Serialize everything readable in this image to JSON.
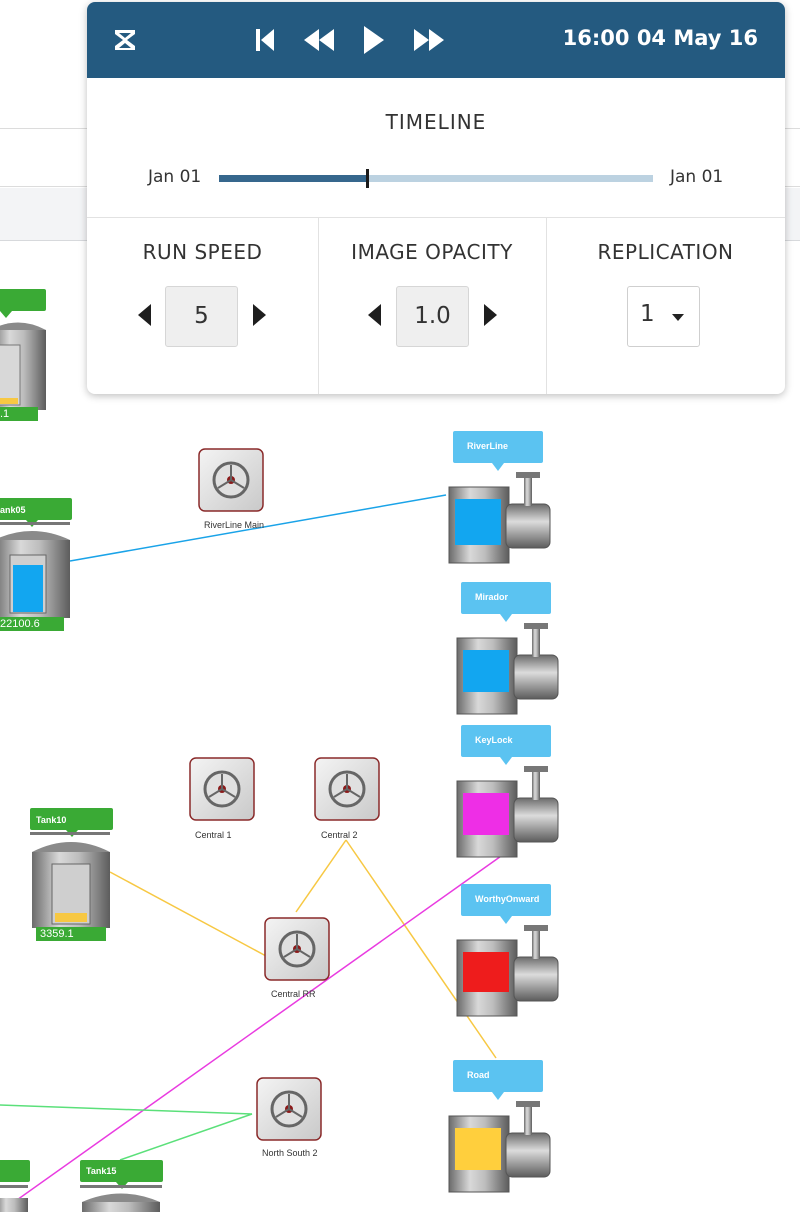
{
  "playback": {
    "date_label": "16:00 04 May 16",
    "controls": [
      "hourglass-icon",
      "skip-to-start-icon",
      "rewind-icon",
      "play-icon",
      "fast-forward-icon"
    ]
  },
  "timeline": {
    "title": "TIMELINE",
    "start_label": "Jan 01",
    "end_label": "Jan 01",
    "progress": 0.34
  },
  "run_speed": {
    "title": "RUN SPEED",
    "value": "5"
  },
  "image_opacity": {
    "title": "IMAGE OPACITY",
    "value": "1.0"
  },
  "replication": {
    "title": "REPLICATION",
    "value": "1"
  },
  "colors": {
    "header": "#245a80",
    "link_blue": "#1aa3e8",
    "link_yellow": "#f7c843",
    "link_magenta": "#e93be0",
    "link_green": "#5be07a",
    "tag_green": "#3aaa35",
    "bubble_blue": "#5bc3f1"
  },
  "map": {
    "tanks": [
      {
        "tag": "",
        "value": ".1",
        "level_color": "#f7c843"
      },
      {
        "tag": "ank05",
        "value": "22100.6",
        "level_color": "#12a6f0"
      },
      {
        "tag": "Tank10",
        "value": "3359.1",
        "level_color": "#f7c843"
      },
      {
        "tag": "",
        "value": ""
      },
      {
        "tag": "Tank15",
        "value": ""
      }
    ],
    "junctions": [
      {
        "label": "RiverLine Main"
      },
      {
        "label": "Central 1"
      },
      {
        "label": "Central 2"
      },
      {
        "label": "Central RR"
      },
      {
        "label": "North South 2"
      }
    ],
    "outlets": [
      {
        "label": "RiverLine",
        "color": "#12a6f0"
      },
      {
        "label": "Mirador",
        "color": "#12a6f0"
      },
      {
        "label": "KeyLock",
        "color": "#ee2ee6"
      },
      {
        "label": "WorthyOnward",
        "color": "#ee1c1c"
      },
      {
        "label": "Road",
        "color": "#ffcf3d"
      }
    ]
  }
}
